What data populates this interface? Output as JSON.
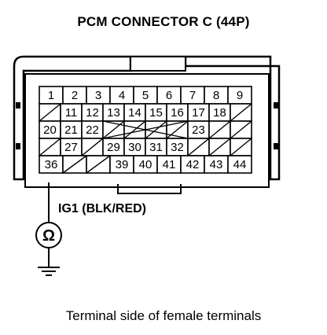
{
  "title": "PCM CONNECTOR C (44P)",
  "wire_label": "IG1 (BLK/RED)",
  "caption": "Terminal side of female terminals",
  "meter_symbol": "Ω",
  "rows": [
    [
      "1",
      "2",
      "3",
      "4",
      "5",
      "6",
      "7",
      "8",
      "9"
    ],
    [
      "",
      "11",
      "12",
      "13",
      "14",
      "15",
      "16",
      "17",
      "18",
      ""
    ],
    [
      "20",
      "21",
      "22",
      "",
      "",
      "",
      "",
      "23",
      "",
      ""
    ],
    [
      "",
      "27",
      "",
      "29",
      "30",
      "31",
      "32",
      "",
      "",
      ""
    ],
    [
      "36",
      "",
      "",
      "39",
      "40",
      "41",
      "42",
      "43",
      "44"
    ]
  ]
}
